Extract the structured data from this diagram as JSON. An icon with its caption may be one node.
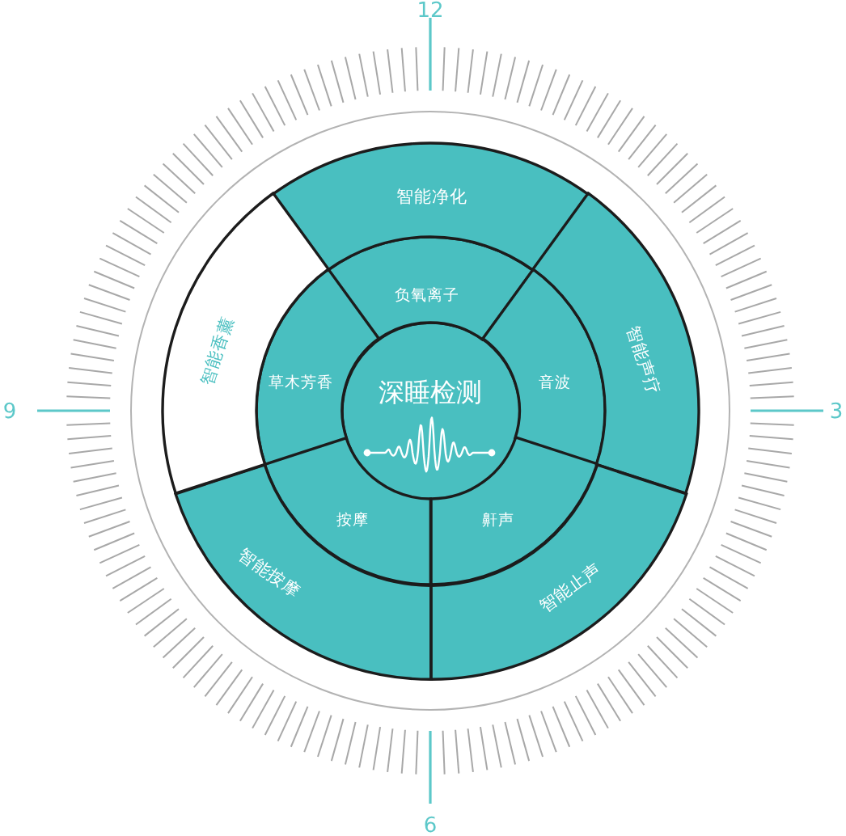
{
  "diagram": {
    "nodes": [
      {
        "text": [
          "深睡检测"
        ]
      },
      {
        "text": [
          "负氧离子"
        ]
      },
      {
        "text": [
          "音波"
        ]
      },
      {
        "text": [
          "鼾声"
        ]
      },
      {
        "text": [
          "按摩"
        ]
      },
      {
        "text": [
          "草木芳香"
        ]
      },
      {
        "text": [
          "智能净化"
        ]
      },
      {
        "text": [
          "智能声疗"
        ]
      },
      {
        "text": [
          "智能止声"
        ]
      },
      {
        "text": [
          "智能按摩"
        ]
      },
      {
        "text": [
          "智能香薰"
        ]
      }
    ],
    "labels": [
      "12",
      "9",
      "3",
      "6"
    ]
  }
}
